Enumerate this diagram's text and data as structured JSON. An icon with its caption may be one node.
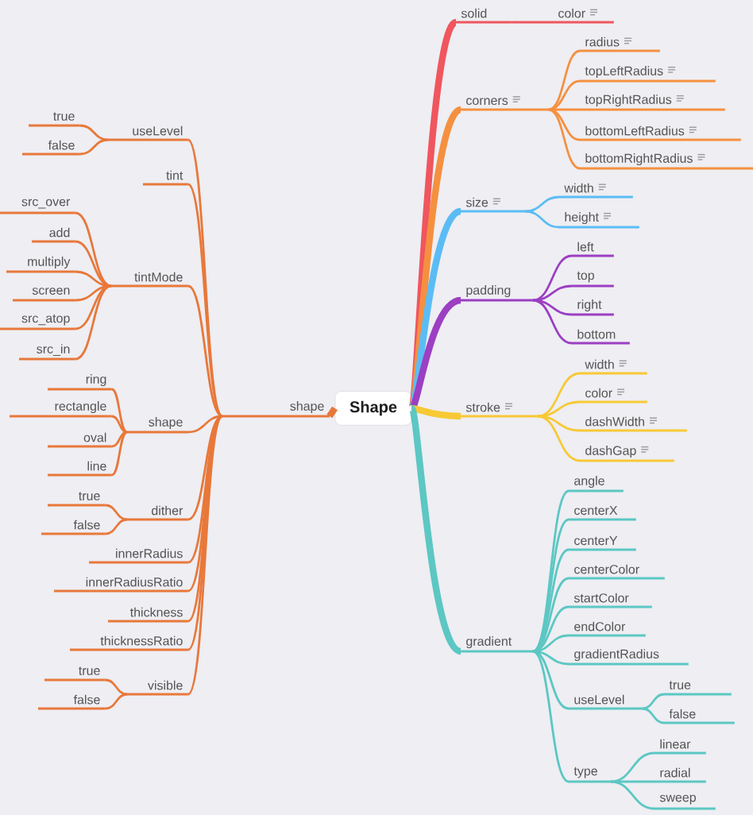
{
  "diagram": {
    "nodes": [
      {
        "text": [
          "Shape"
        ]
      },
      {
        "text": [
          "shape"
        ]
      },
      {
        "text": [
          "useLevel"
        ]
      },
      {
        "text": [
          "true"
        ]
      },
      {
        "text": [
          "false"
        ]
      },
      {
        "text": [
          "tint"
        ]
      },
      {
        "text": [
          "tintMode"
        ]
      },
      {
        "text": [
          "src_over"
        ]
      },
      {
        "text": [
          "add"
        ]
      },
      {
        "text": [
          "multiply"
        ]
      },
      {
        "text": [
          "screen"
        ]
      },
      {
        "text": [
          "src_atop"
        ]
      },
      {
        "text": [
          "src_in"
        ]
      },
      {
        "text": [
          "shape"
        ]
      },
      {
        "text": [
          "ring"
        ]
      },
      {
        "text": [
          "rectangle"
        ]
      },
      {
        "text": [
          "oval"
        ]
      },
      {
        "text": [
          "line"
        ]
      },
      {
        "text": [
          "dither"
        ]
      },
      {
        "text": [
          "true"
        ]
      },
      {
        "text": [
          "false"
        ]
      },
      {
        "text": [
          "innerRadius"
        ]
      },
      {
        "text": [
          "innerRadiusRatio"
        ]
      },
      {
        "text": [
          "thickness"
        ]
      },
      {
        "text": [
          "thicknessRatio"
        ]
      },
      {
        "text": [
          "visible"
        ]
      },
      {
        "text": [
          "true"
        ]
      },
      {
        "text": [
          "false"
        ]
      },
      {
        "text": [
          "solid"
        ]
      },
      {
        "text": [
          "color"
        ]
      },
      {
        "text": [
          "corners"
        ]
      },
      {
        "text": [
          "radius"
        ]
      },
      {
        "text": [
          "topLeftRadius"
        ]
      },
      {
        "text": [
          "topRightRadius"
        ]
      },
      {
        "text": [
          "bottomLeftRadius"
        ]
      },
      {
        "text": [
          "bottomRightRadius"
        ]
      },
      {
        "text": [
          "size"
        ]
      },
      {
        "text": [
          "width"
        ]
      },
      {
        "text": [
          "height"
        ]
      },
      {
        "text": [
          "padding"
        ]
      },
      {
        "text": [
          "left"
        ]
      },
      {
        "text": [
          "top"
        ]
      },
      {
        "text": [
          "right"
        ]
      },
      {
        "text": [
          "bottom"
        ]
      },
      {
        "text": [
          "stroke"
        ]
      },
      {
        "text": [
          "width"
        ]
      },
      {
        "text": [
          "color"
        ]
      },
      {
        "text": [
          "dashWidth"
        ]
      },
      {
        "text": [
          "dashGap"
        ]
      },
      {
        "text": [
          "gradient"
        ]
      },
      {
        "text": [
          "angle"
        ]
      },
      {
        "text": [
          "centerX"
        ]
      },
      {
        "text": [
          "centerY"
        ]
      },
      {
        "text": [
          "centerColor"
        ]
      },
      {
        "text": [
          "startColor"
        ]
      },
      {
        "text": [
          "endColor"
        ]
      },
      {
        "text": [
          "gradientRadius"
        ]
      },
      {
        "text": [
          "useLevel"
        ]
      },
      {
        "text": [
          "true"
        ]
      },
      {
        "text": [
          "false"
        ]
      },
      {
        "text": [
          "type"
        ]
      },
      {
        "text": [
          "linear"
        ]
      },
      {
        "text": [
          "radial"
        ]
      },
      {
        "text": [
          "sweep"
        ]
      }
    ],
    "edges": [
      {
        "from": 0,
        "to": 1,
        "arrow": "none",
        "style": "thick",
        "color": "#e8783a"
      },
      {
        "from": 1,
        "to": 2,
        "arrow": "none",
        "color": "#e8783a"
      },
      {
        "from": 2,
        "to": 3,
        "arrow": "none",
        "color": "#e8783a"
      },
      {
        "from": 2,
        "to": 4,
        "arrow": "none",
        "color": "#e8783a"
      },
      {
        "from": 1,
        "to": 5,
        "arrow": "none",
        "color": "#e8783a"
      },
      {
        "from": 1,
        "to": 6,
        "arrow": "none",
        "color": "#e8783a"
      },
      {
        "from": 6,
        "to": 7,
        "arrow": "none",
        "color": "#e8783a"
      },
      {
        "from": 6,
        "to": 8,
        "arrow": "none",
        "color": "#e8783a"
      },
      {
        "from": 6,
        "to": 9,
        "arrow": "none",
        "color": "#e8783a"
      },
      {
        "from": 6,
        "to": 10,
        "arrow": "none",
        "color": "#e8783a"
      },
      {
        "from": 6,
        "to": 11,
        "arrow": "none",
        "color": "#e8783a"
      },
      {
        "from": 6,
        "to": 12,
        "arrow": "none",
        "color": "#e8783a"
      },
      {
        "from": 1,
        "to": 13,
        "arrow": "none",
        "color": "#e8783a"
      },
      {
        "from": 13,
        "to": 14,
        "arrow": "none",
        "color": "#e8783a"
      },
      {
        "from": 13,
        "to": 15,
        "arrow": "none",
        "color": "#e8783a"
      },
      {
        "from": 13,
        "to": 16,
        "arrow": "none",
        "color": "#e8783a"
      },
      {
        "from": 13,
        "to": 17,
        "arrow": "none",
        "color": "#e8783a"
      },
      {
        "from": 1,
        "to": 18,
        "arrow": "none",
        "color": "#e8783a"
      },
      {
        "from": 18,
        "to": 19,
        "arrow": "none",
        "color": "#e8783a"
      },
      {
        "from": 18,
        "to": 20,
        "arrow": "none",
        "color": "#e8783a"
      },
      {
        "from": 1,
        "to": 21,
        "arrow": "none",
        "color": "#e8783a"
      },
      {
        "from": 1,
        "to": 22,
        "arrow": "none",
        "color": "#e8783a"
      },
      {
        "from": 1,
        "to": 23,
        "arrow": "none",
        "color": "#e8783a"
      },
      {
        "from": 1,
        "to": 24,
        "arrow": "none",
        "color": "#e8783a"
      },
      {
        "from": 1,
        "to": 25,
        "arrow": "none",
        "color": "#e8783a"
      },
      {
        "from": 25,
        "to": 26,
        "arrow": "none",
        "color": "#e8783a"
      },
      {
        "from": 25,
        "to": 27,
        "arrow": "none",
        "color": "#e8783a"
      },
      {
        "from": 0,
        "to": 28,
        "arrow": "none",
        "style": "thick",
        "color": "#f0565e"
      },
      {
        "from": 28,
        "to": 29,
        "arrow": "none",
        "color": "#f0565e"
      },
      {
        "from": 0,
        "to": 30,
        "arrow": "none",
        "style": "thick",
        "color": "#f5903f"
      },
      {
        "from": 30,
        "to": 31,
        "arrow": "none",
        "color": "#f5903f"
      },
      {
        "from": 30,
        "to": 32,
        "arrow": "none",
        "color": "#f5903f"
      },
      {
        "from": 30,
        "to": 33,
        "arrow": "none",
        "color": "#f5903f"
      },
      {
        "from": 30,
        "to": 34,
        "arrow": "none",
        "color": "#f5903f"
      },
      {
        "from": 30,
        "to": 35,
        "arrow": "none",
        "color": "#f5903f"
      },
      {
        "from": 0,
        "to": 36,
        "arrow": "none",
        "style": "thick",
        "color": "#5bbcf5"
      },
      {
        "from": 36,
        "to": 37,
        "arrow": "none",
        "color": "#5bbcf5"
      },
      {
        "from": 36,
        "to": 38,
        "arrow": "none",
        "color": "#5bbcf5"
      },
      {
        "from": 0,
        "to": 39,
        "arrow": "none",
        "style": "thick",
        "color": "#9c3fc2"
      },
      {
        "from": 39,
        "to": 40,
        "arrow": "none",
        "color": "#9c3fc2"
      },
      {
        "from": 39,
        "to": 41,
        "arrow": "none",
        "color": "#9c3fc2"
      },
      {
        "from": 39,
        "to": 42,
        "arrow": "none",
        "color": "#9c3fc2"
      },
      {
        "from": 39,
        "to": 43,
        "arrow": "none",
        "color": "#9c3fc2"
      },
      {
        "from": 0,
        "to": 44,
        "arrow": "none",
        "style": "thick",
        "color": "#f7c935"
      },
      {
        "from": 44,
        "to": 45,
        "arrow": "none",
        "color": "#f7c935"
      },
      {
        "from": 44,
        "to": 46,
        "arrow": "none",
        "color": "#f7c935"
      },
      {
        "from": 44,
        "to": 47,
        "arrow": "none",
        "color": "#f7c935"
      },
      {
        "from": 44,
        "to": 48,
        "arrow": "none",
        "color": "#f7c935"
      },
      {
        "from": 0,
        "to": 49,
        "arrow": "none",
        "style": "thick",
        "color": "#5cc7c3"
      },
      {
        "from": 49,
        "to": 50,
        "arrow": "none",
        "color": "#5cc7c3"
      },
      {
        "from": 49,
        "to": 51,
        "arrow": "none",
        "color": "#5cc7c3"
      },
      {
        "from": 49,
        "to": 52,
        "arrow": "none",
        "color": "#5cc7c3"
      },
      {
        "from": 49,
        "to": 53,
        "arrow": "none",
        "color": "#5cc7c3"
      },
      {
        "from": 49,
        "to": 54,
        "arrow": "none",
        "color": "#5cc7c3"
      },
      {
        "from": 49,
        "to": 55,
        "arrow": "none",
        "color": "#5cc7c3"
      },
      {
        "from": 49,
        "to": 56,
        "arrow": "none",
        "color": "#5cc7c3"
      },
      {
        "from": 49,
        "to": 57,
        "arrow": "none",
        "color": "#5cc7c3"
      },
      {
        "from": 57,
        "to": 58,
        "arrow": "none",
        "color": "#5cc7c3"
      },
      {
        "from": 57,
        "to": 59,
        "arrow": "none",
        "color": "#5cc7c3"
      },
      {
        "from": 49,
        "to": 60,
        "arrow": "none",
        "color": "#5cc7c3"
      },
      {
        "from": 60,
        "to": 61,
        "arrow": "none",
        "color": "#5cc7c3"
      },
      {
        "from": 60,
        "to": 62,
        "arrow": "none",
        "color": "#5cc7c3"
      },
      {
        "from": 60,
        "to": 63,
        "arrow": "none",
        "color": "#5cc7c3"
      }
    ]
  }
}
